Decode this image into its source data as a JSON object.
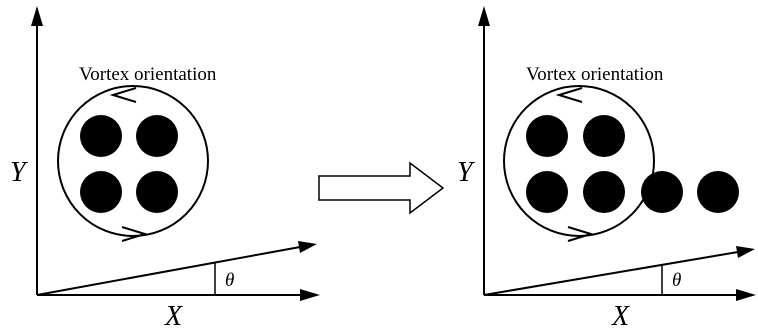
{
  "panels": [
    {
      "id": "left",
      "title": "Vortex orientation",
      "x_label": "X",
      "y_label": "Y",
      "angle_label": "θ",
      "vortex_count": 4
    },
    {
      "id": "right",
      "title": "Vortex orientation",
      "x_label": "X",
      "y_label": "Y",
      "angle_label": "θ",
      "vortex_count": 6
    }
  ],
  "colors": {
    "stroke": "#000000",
    "fill": "#000000",
    "background": "#ffffff"
  },
  "transition_icon": "hollow-right-arrow-icon"
}
